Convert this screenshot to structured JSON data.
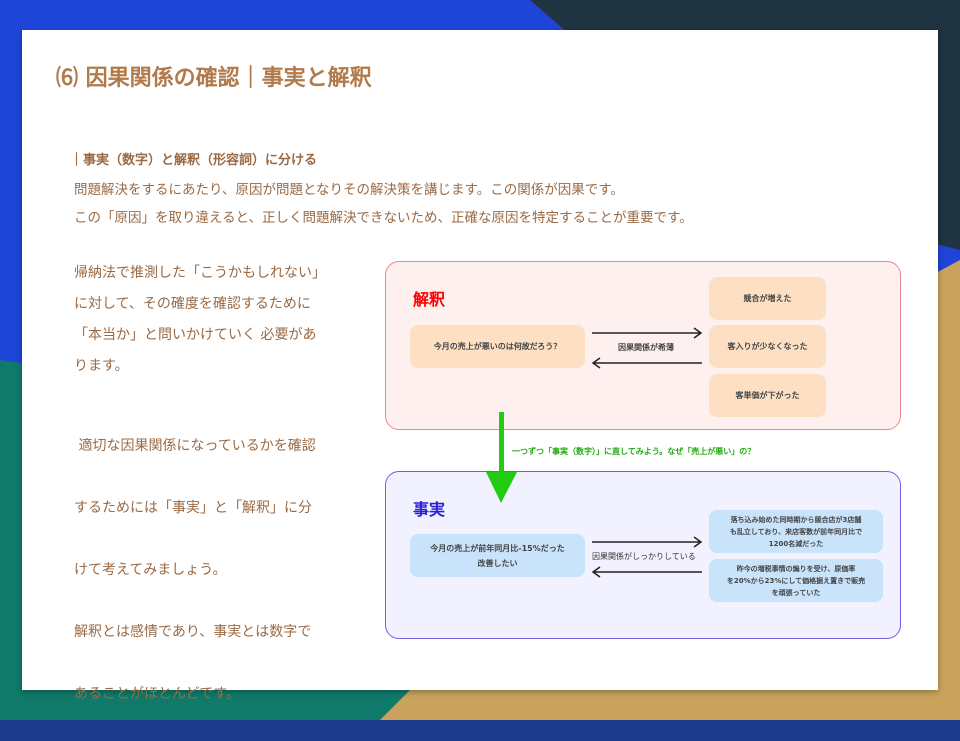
{
  "title": "⑹ 因果関係の確認｜事実と解釈",
  "subheading": "｜事実（数字）と解釈（形容詞）に分ける",
  "intro": [
    "問題解決をするにあたり、原因が問題となりその解決策を講じます。この関係が因果です。",
    "この「原因」を取り違えると、正しく問題解決できないため、正確な原因を特定することが重要です。"
  ],
  "para1": [
    "帰納法で推測した「こうかもしれない」",
    "に対して、その確度を確認するために",
    "「本当か」と問いかけていく 必要があ",
    "ります。"
  ],
  "para2": [
    " 適切な因果関係になっているかを確認",
    "するためには「事実」と「解釈」に分",
    "けて考えてみましょう。",
    "解釈とは感情であり、事実とは数字で",
    "あることがほとんどです。"
  ],
  "interpretation": {
    "heading": "解釈",
    "question": "今月の売上が悪いのは何故だろう？",
    "relation": "因果関係が希薄",
    "causes": [
      "競合が増えた",
      "客入りが少なくなった",
      "客単価が下がった"
    ]
  },
  "transition": "一つずつ「事実（数字）」に直してみよう。なぜ「売上が悪い」の？",
  "fact": {
    "heading": "事実",
    "question": "今月の売上が前年同月比-15%だった\n改善したい",
    "relation": "因果関係がしっかりしている",
    "causes": [
      "落ち込み始めた同時期から競合店が3店舗\nも乱立しており、来店客数が前年同月比で\n1200名減だった",
      "昨今の増税事情の煽りを受け、原価率\nを20%から23%にして価格据え置きで販売\nを頑張っていた"
    ]
  },
  "colors": {
    "accent": "#9a6a45",
    "interp": "#ff0000",
    "fact": "#2a1fd6",
    "green": "#22cc11"
  }
}
